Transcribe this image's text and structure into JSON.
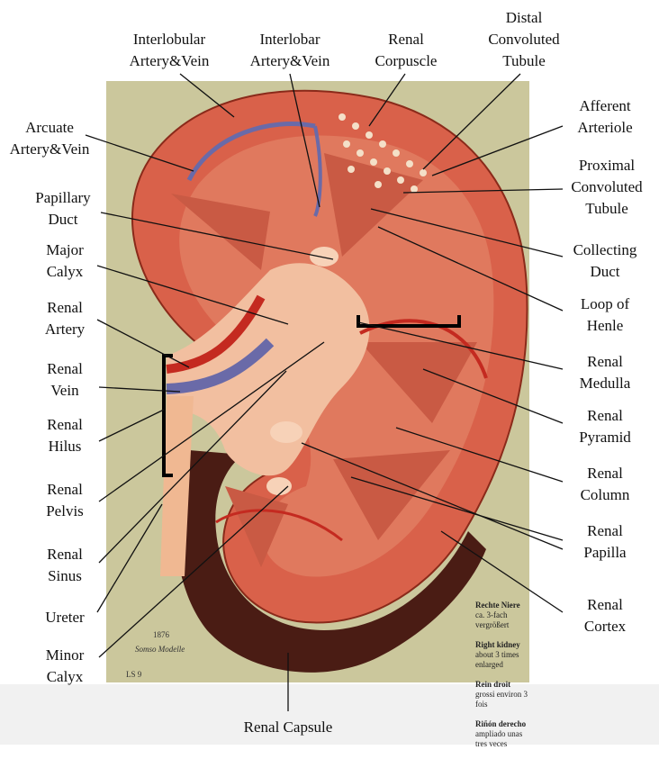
{
  "diagram": {
    "labels_top": [
      {
        "id": "interlobular",
        "text": "Interlobular\nArtery&Vein"
      },
      {
        "id": "interlobar",
        "text": "Interlobar\nArtery&Vein"
      },
      {
        "id": "corpuscle",
        "text": "Renal\nCorpuscle"
      },
      {
        "id": "distal",
        "text": "Distal\nConvoluted\nTubule"
      }
    ],
    "labels_left": [
      {
        "id": "arcuate",
        "text": "Arcuate\nArtery&Vein"
      },
      {
        "id": "papillary",
        "text": "Papillary\nDuct"
      },
      {
        "id": "major-calyx",
        "text": "Major\nCalyx"
      },
      {
        "id": "renal-artery",
        "text": "Renal\nArtery"
      },
      {
        "id": "renal-vein",
        "text": "Renal\nVein"
      },
      {
        "id": "renal-hilus",
        "text": "Renal\nHilus"
      },
      {
        "id": "renal-pelvis",
        "text": "Renal\nPelvis"
      },
      {
        "id": "renal-sinus",
        "text": "Renal\nSinus"
      },
      {
        "id": "ureter",
        "text": "Ureter"
      },
      {
        "id": "minor-calyx",
        "text": "Minor\nCalyx"
      }
    ],
    "labels_right": [
      {
        "id": "afferent",
        "text": "Afferent\nArteriole"
      },
      {
        "id": "proximal",
        "text": "Proximal\nConvoluted\nTubule"
      },
      {
        "id": "collecting",
        "text": "Collecting\nDuct"
      },
      {
        "id": "loop",
        "text": "Loop of\nHenle"
      },
      {
        "id": "medulla",
        "text": "Renal\nMedulla"
      },
      {
        "id": "pyramid",
        "text": "Renal\nPyramid"
      },
      {
        "id": "column",
        "text": "Renal\nColumn"
      },
      {
        "id": "papilla",
        "text": "Renal\nPapilla"
      },
      {
        "id": "cortex",
        "text": "Renal\nCortex"
      }
    ],
    "label_bottom": {
      "id": "capsule",
      "text": "Renal Capsule"
    }
  },
  "plate": {
    "de_title": "Rechte Niere",
    "de_sub": "ca. 3-fach vergrößert",
    "en_title": "Right kidney",
    "en_sub": "about 3 times enlarged",
    "fr_title": "Rein droit",
    "fr_sub": "grossi environ 3 fois",
    "es_title": "Riñón derecho",
    "es_sub": "ampliado unas tres veces",
    "code": "LS 9",
    "brand": "Somso Modelle",
    "year": "1876"
  },
  "colors": {
    "background_board": "#c9c49a",
    "cortex": "#d9614a",
    "capsule": "#4a1c14",
    "sinus": "#f2bfa0",
    "artery": "#c42a20",
    "vein": "#6a6aa8"
  }
}
